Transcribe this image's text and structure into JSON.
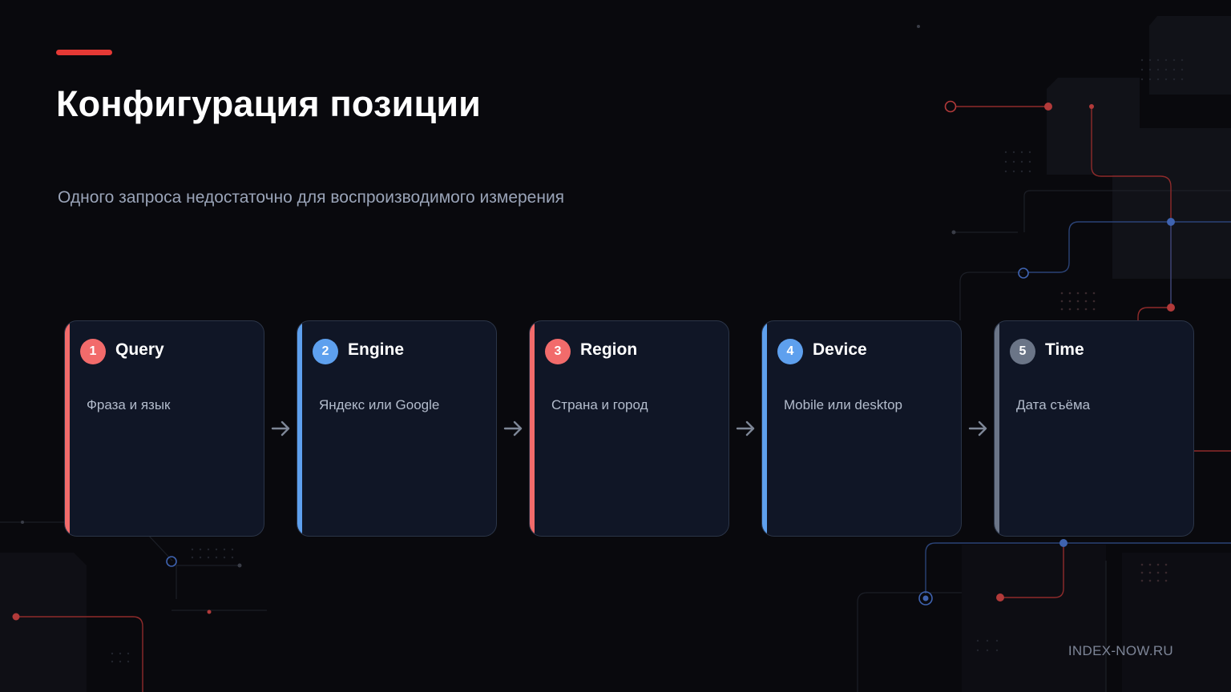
{
  "slide": {
    "title": "Конфигурация позиции",
    "subtitle": "Одного запроса недостаточно для воспроизводимого измерения",
    "footer": "INDEX-NOW.RU",
    "accent_color": "#e53935"
  },
  "steps": [
    {
      "number": "1",
      "title": "Query",
      "description": "Фраза и язык",
      "color": "#f26b6b"
    },
    {
      "number": "2",
      "title": "Engine",
      "description": "Яндекс или Google",
      "color": "#5ea0ee"
    },
    {
      "number": "3",
      "title": "Region",
      "description": "Страна и город",
      "color": "#f26b6b"
    },
    {
      "number": "4",
      "title": "Device",
      "description": "Mobile или desktop",
      "color": "#5ea0ee"
    },
    {
      "number": "5",
      "title": "Time",
      "description": "Дата съёма",
      "color": "#6b7587"
    }
  ],
  "icons": {
    "connector": "arrow-right-icon"
  }
}
